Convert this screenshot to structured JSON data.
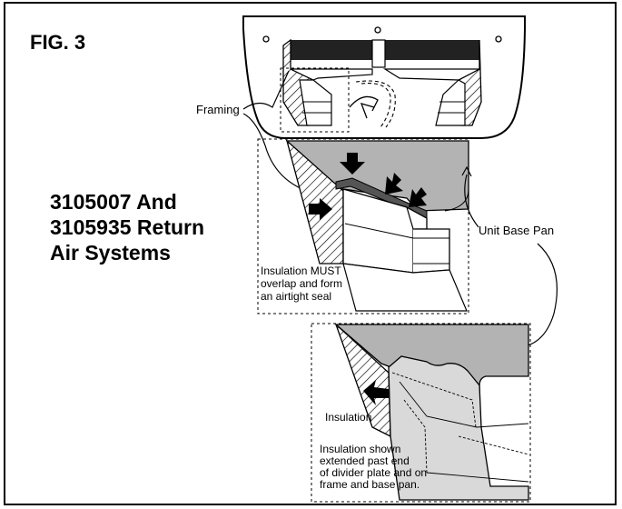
{
  "figure_label": "FIG. 3",
  "system_title": {
    "line1": "3105007 And",
    "line2": "3105935 Return",
    "line3": "Air Systems"
  },
  "callouts": {
    "framing": "Framing",
    "unit_base_pan": "Unit Base Pan",
    "insulation": "Insulation"
  },
  "notes": {
    "seal_line1": "Insulation MUST",
    "seal_line2": "overlap and form",
    "seal_line3": "an airtight seal",
    "shown_line1": "Insulation shown",
    "shown_line2": "extended past end",
    "shown_line3": "of divider plate and on",
    "shown_line4": "frame and base pan."
  },
  "colors": {
    "base_pan_fill": "#b3b3b3",
    "insulation_fill": "#d9d9d9",
    "line": "#000000"
  }
}
